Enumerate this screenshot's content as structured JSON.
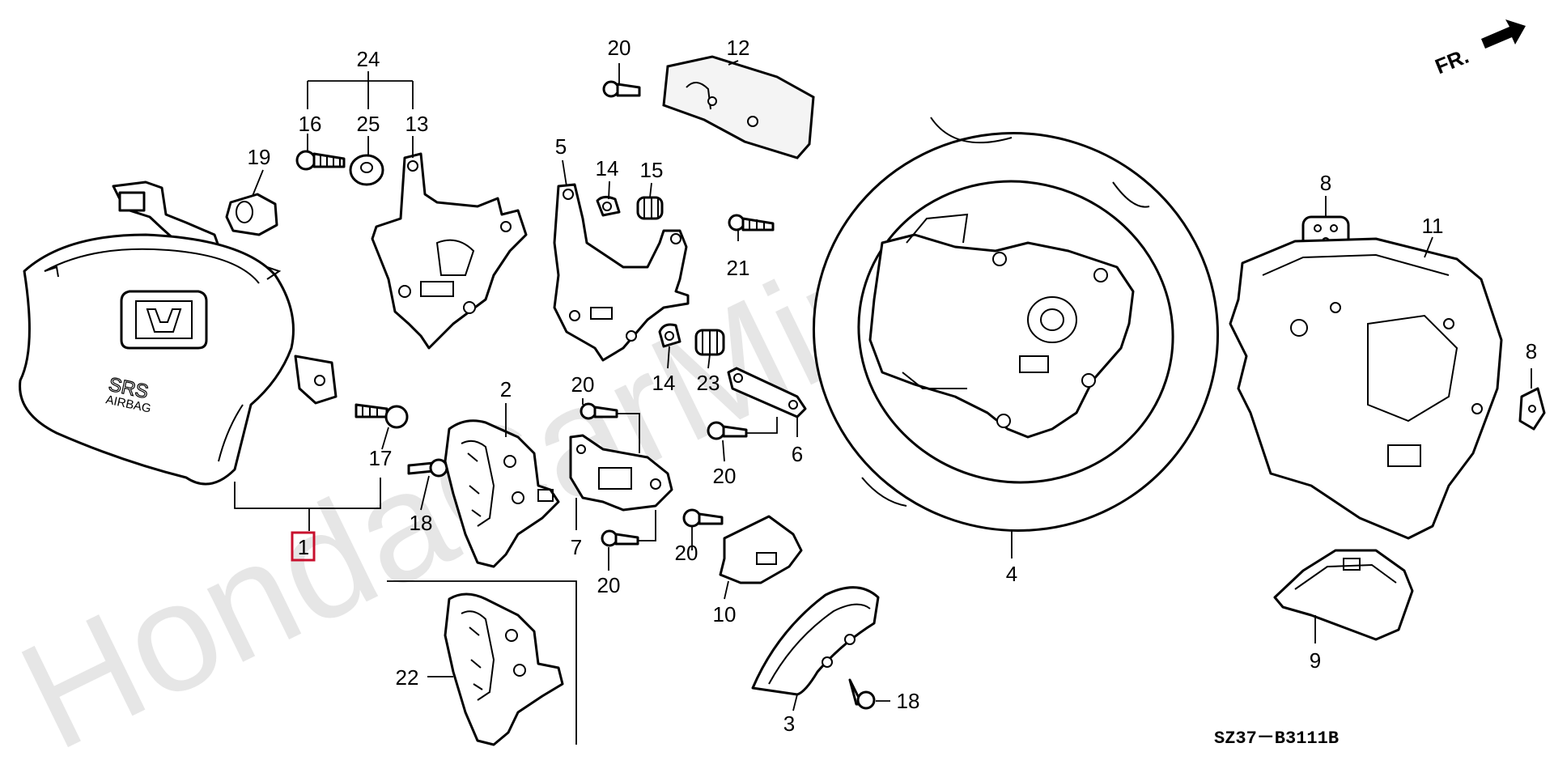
{
  "watermark": "HondaCarMine.ru",
  "direction_label": "FR.",
  "diagram_code": "SZ37－B3111B",
  "airbag_text": {
    "line1": "SRS",
    "line2": "AIRBAG"
  },
  "callouts": {
    "c1": "1",
    "c2": "2",
    "c3": "3",
    "c4": "4",
    "c5": "5",
    "c6": "6",
    "c7": "7",
    "c8a": "8",
    "c8b": "8",
    "c9": "9",
    "c10": "10",
    "c11": "11",
    "c12": "12",
    "c13": "13",
    "c14a": "14",
    "c14b": "14",
    "c15": "15",
    "c16": "16",
    "c17": "17",
    "c18a": "18",
    "c18b": "18",
    "c19": "19",
    "c20a": "20",
    "c20b": "20",
    "c20c": "20",
    "c20d": "20",
    "c20e": "20",
    "c21": "21",
    "c22": "22",
    "c23": "23",
    "c24": "24",
    "c25": "25"
  },
  "colors": {
    "highlight_box": "#c8102e",
    "watermark": "#e6e6e6"
  }
}
